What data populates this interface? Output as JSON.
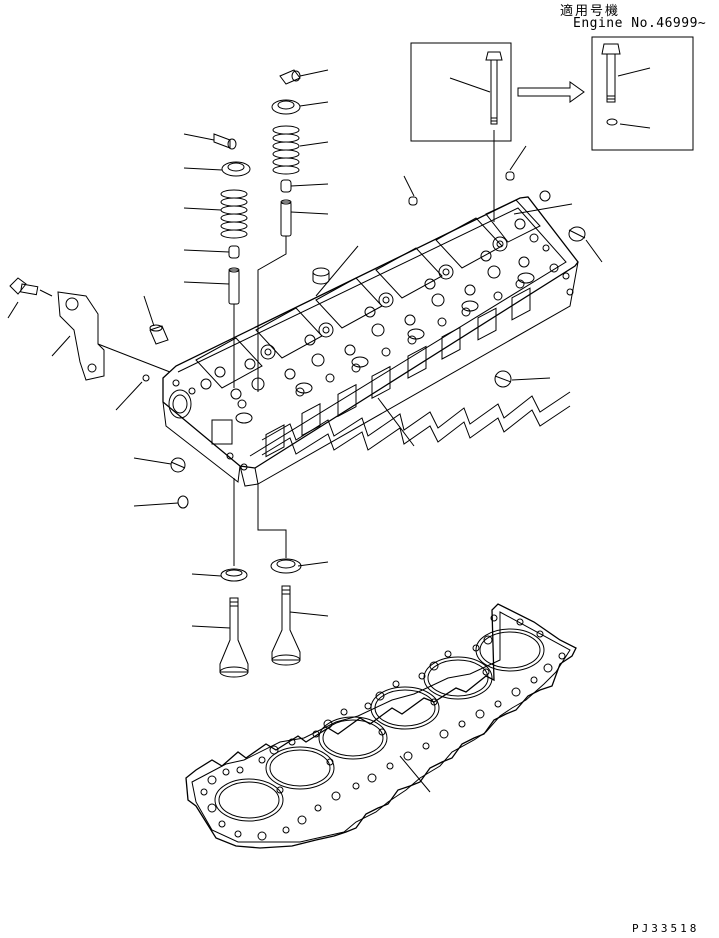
{
  "applicability": {
    "heading": "適用号機",
    "engine_serial": "Engine No.46999~"
  },
  "drawing_code": "PJ33518",
  "colors": {
    "line": "#000000",
    "background": "#ffffff"
  },
  "parts": [
    {
      "name": "cylinder-head"
    },
    {
      "name": "cylinder-head-gasket"
    },
    {
      "name": "intake-valve"
    },
    {
      "name": "exhaust-valve"
    },
    {
      "name": "valve-spring"
    },
    {
      "name": "spring-retainer"
    },
    {
      "name": "valve-cotter"
    },
    {
      "name": "valve-guide"
    },
    {
      "name": "valve-stem-seal"
    },
    {
      "name": "valve-seat-insert"
    },
    {
      "name": "lifting-bracket"
    },
    {
      "name": "bracket-bolt"
    },
    {
      "name": "head-bolt"
    },
    {
      "name": "washer"
    },
    {
      "name": "expansion-plug"
    },
    {
      "name": "dowel-pin"
    }
  ]
}
